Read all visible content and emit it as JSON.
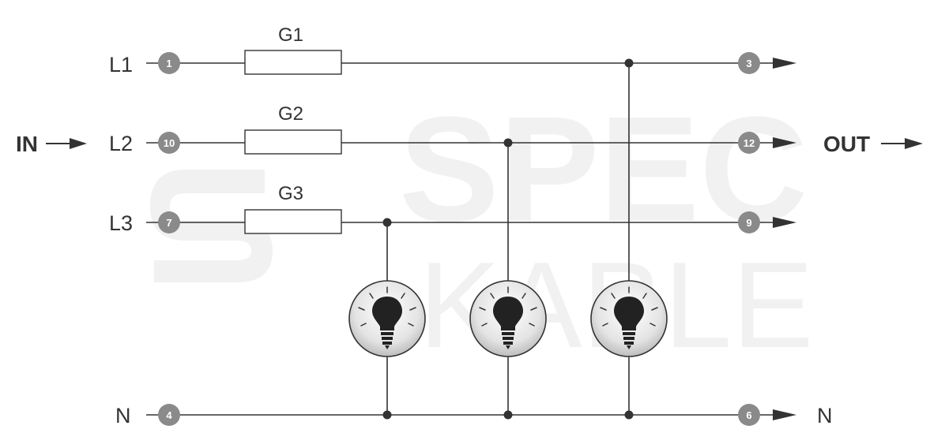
{
  "io": {
    "in_label": "IN",
    "out_label": "OUT"
  },
  "lines": [
    {
      "name": "L1",
      "in_terminal": "1",
      "fuse": "G1",
      "out_terminal": "3"
    },
    {
      "name": "L2",
      "in_terminal": "10",
      "fuse": "G2",
      "out_terminal": "12"
    },
    {
      "name": "L3",
      "in_terminal": "7",
      "fuse": "G3",
      "out_terminal": "9"
    }
  ],
  "neutral": {
    "name_in": "N",
    "in_terminal": "4",
    "out_terminal": "6",
    "name_out": "N"
  },
  "watermark": {
    "line1": "SPEC",
    "line2": "KABLE"
  },
  "colors": {
    "wire": "#333333",
    "terminal": "#8a8a8a",
    "lamp_fill": "#d9d9d9",
    "watermark": "#f1f1f1"
  },
  "lamp_icon": "light-bulb-icon"
}
